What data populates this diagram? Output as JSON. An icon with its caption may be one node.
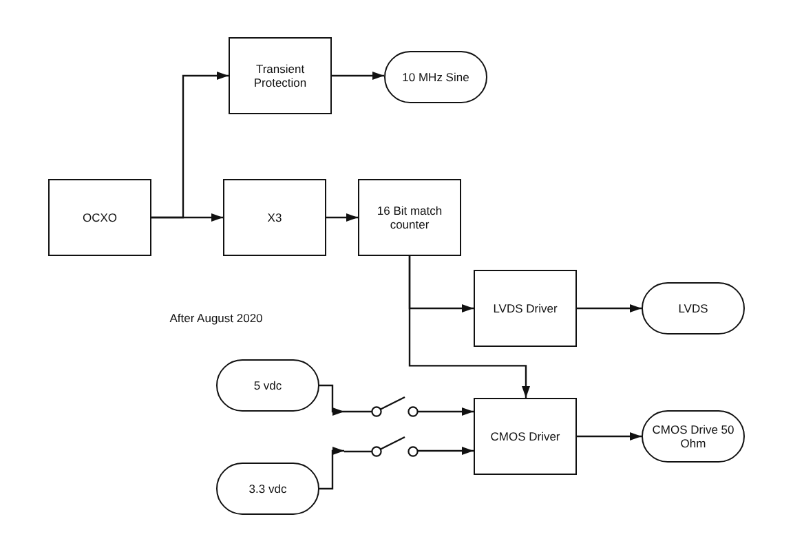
{
  "diagram": {
    "nodes": [
      {
        "text": [
          "Transient Protection"
        ]
      },
      {
        "text": [
          "10 MHz Sine"
        ]
      },
      {
        "text": [
          "OCXO"
        ]
      },
      {
        "text": [
          "X3"
        ]
      },
      {
        "text": [
          "16 Bit match counter"
        ]
      },
      {
        "text": [
          "LVDS Driver"
        ]
      },
      {
        "text": [
          "LVDS"
        ]
      },
      {
        "text": [
          "5 vdc"
        ]
      },
      {
        "text": [],
        "shape": "switch"
      },
      {
        "text": [
          "CMOS Driver"
        ]
      },
      {
        "text": [
          "CMOS Drive 50 Ohm"
        ]
      },
      {
        "text": [],
        "shape": "switch"
      },
      {
        "text": [
          "3.3 vdc"
        ]
      }
    ],
    "edges": [
      {
        "from": 2,
        "to": 0,
        "arrow": "to"
      },
      {
        "from": 0,
        "to": 1,
        "arrow": "to"
      },
      {
        "from": 2,
        "to": 3,
        "arrow": "to"
      },
      {
        "from": 3,
        "to": 4,
        "arrow": "to"
      },
      {
        "from": 4,
        "to": 5,
        "arrow": "to"
      },
      {
        "from": 5,
        "to": 6,
        "arrow": "to"
      },
      {
        "from": 4,
        "to": 9,
        "arrow": "to"
      },
      {
        "from": 7,
        "to": 8,
        "arrow": "to"
      },
      {
        "from": 8,
        "to": 9,
        "arrow": "to"
      },
      {
        "from": 9,
        "to": 10,
        "arrow": "to"
      },
      {
        "from": 12,
        "to": 11,
        "arrow": "to"
      },
      {
        "from": 11,
        "to": 9,
        "arrow": "to"
      }
    ],
    "labels": [
      "After August 2020"
    ]
  }
}
